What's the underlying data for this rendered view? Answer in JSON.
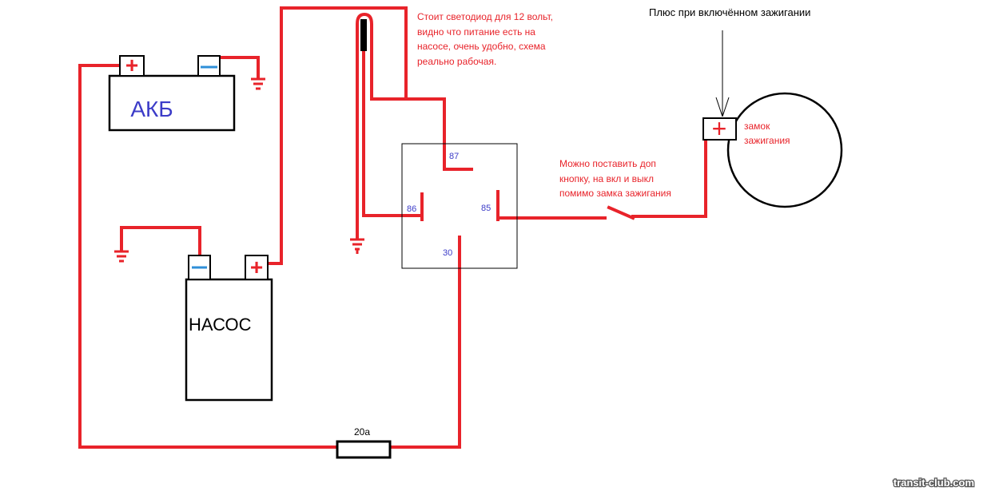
{
  "colors": {
    "wire": "#e8232a",
    "outline": "#000000",
    "label_black": "#000000",
    "label_red": "#e8232a",
    "label_blue": "#3c3cc8",
    "minus_blue": "#2f8fd8",
    "watermark": "#ffffff"
  },
  "battery": {
    "label": "АКБ",
    "plus_sign": "+",
    "minus_sign": "−"
  },
  "pump": {
    "label": "НАСОС",
    "plus_sign": "+",
    "minus_sign": "−"
  },
  "relay": {
    "pin_87": "87",
    "pin_86": "86",
    "pin_85": "85",
    "pin_30": "30"
  },
  "fuse": {
    "label": "20а"
  },
  "ignition": {
    "label_line1": "замок",
    "label_line2": "зажигания",
    "plus_sign": "+"
  },
  "annotations": {
    "led_note": [
      "Стоит светодиод для 12 вольт,",
      "видно что питание есть на",
      "насосе, очень удобно, схема",
      "реально рабочая."
    ],
    "button_note": [
      "Можно поставить доп",
      "кнопку, на вкл и выкл",
      "помимо замка зажигания"
    ],
    "ignition_plus_note": "Плюс при включённом зажигании"
  },
  "watermark": "transit-club.com"
}
